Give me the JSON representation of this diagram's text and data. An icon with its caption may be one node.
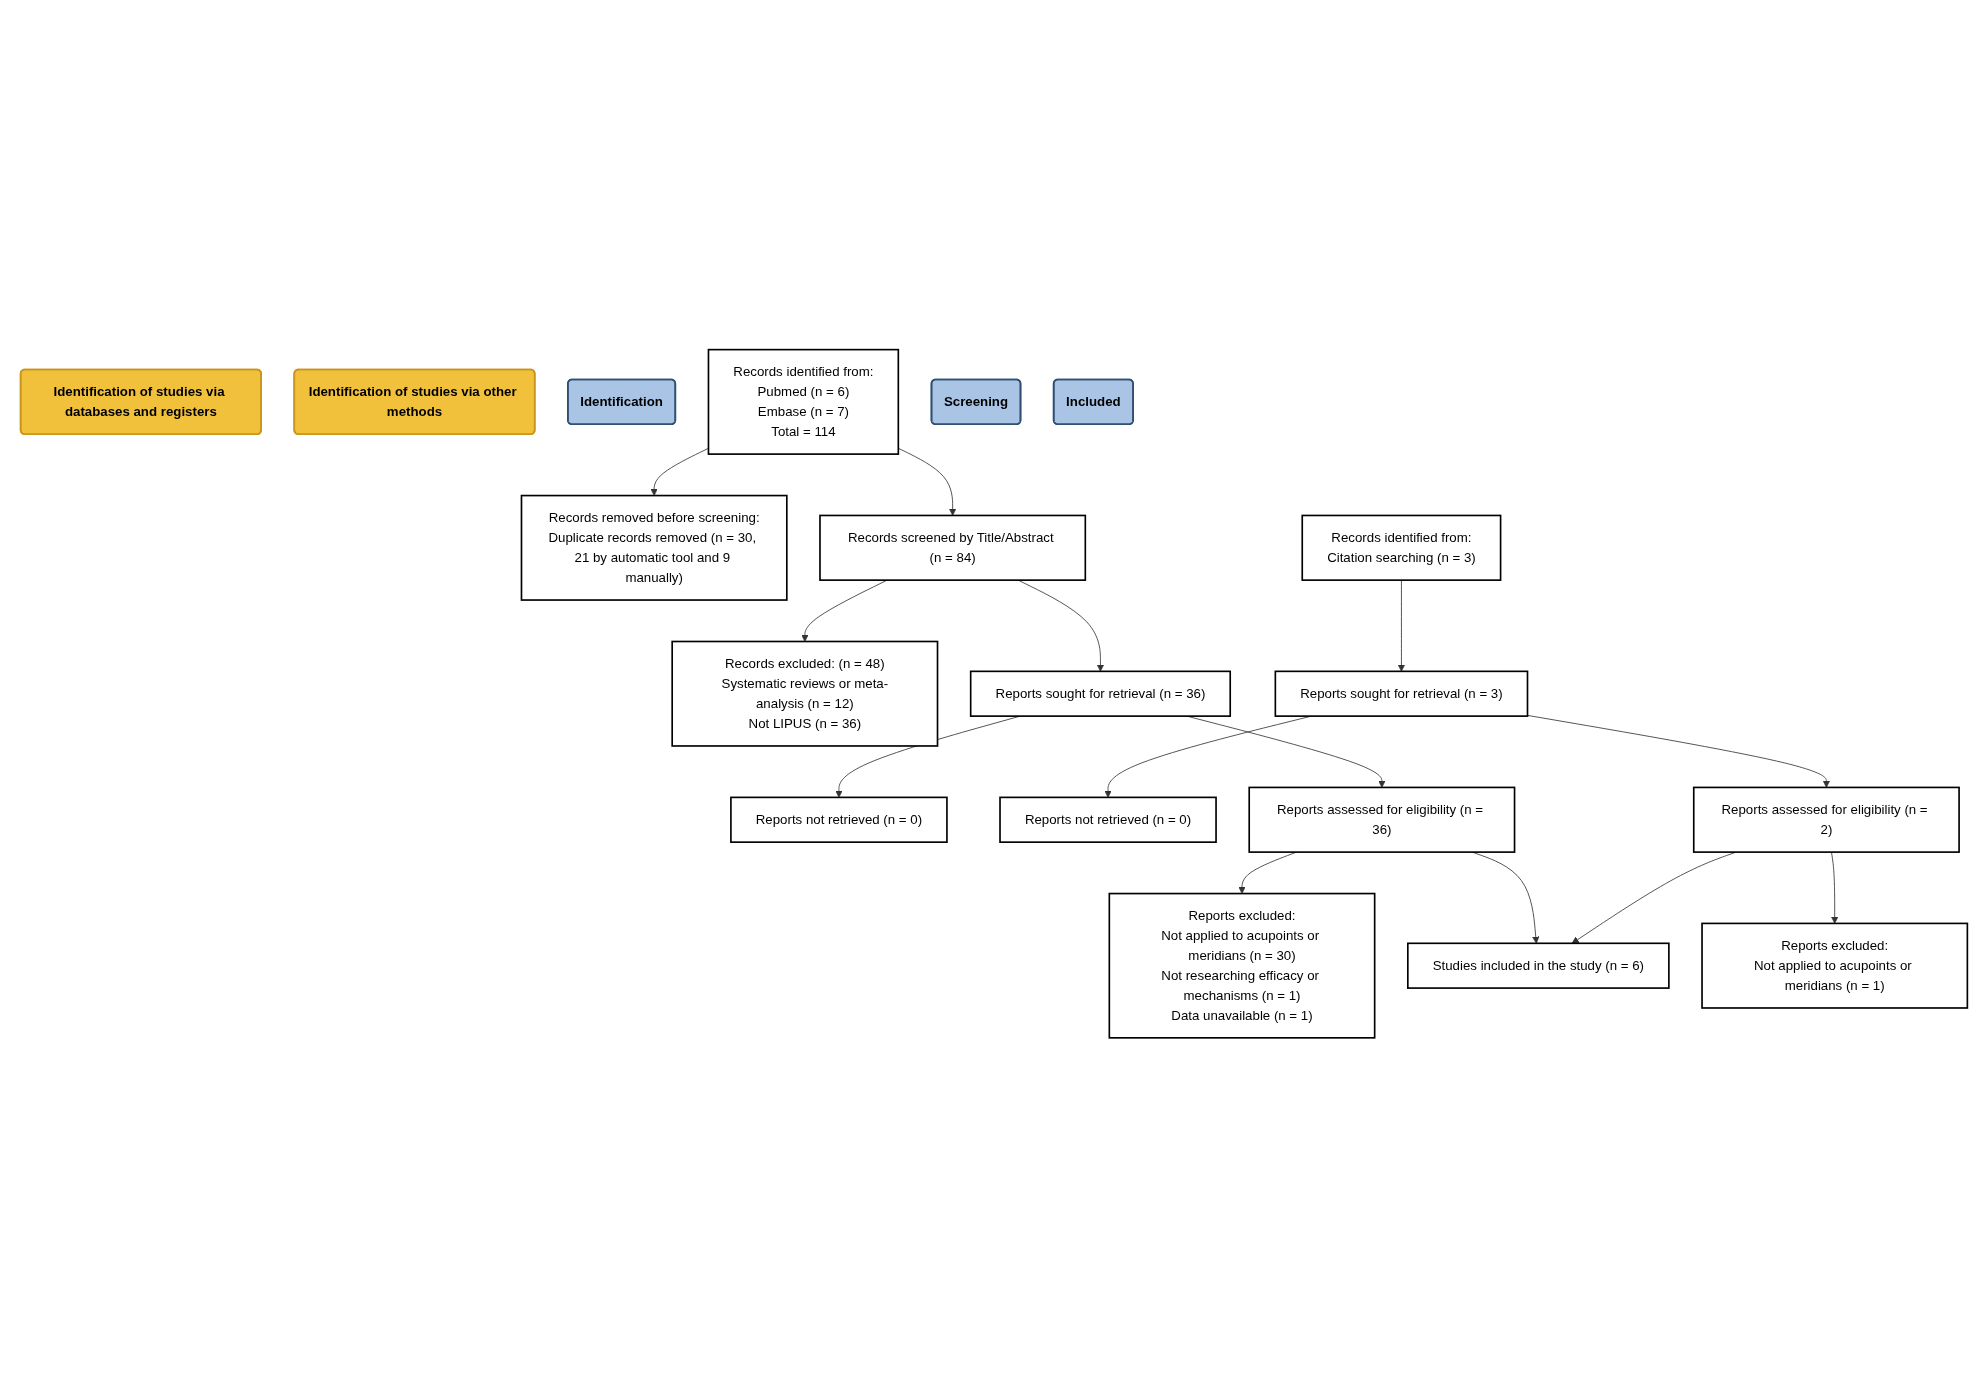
{
  "diagram": {
    "nodes": [
      {
        "text": [
          "Identification of studies via databases and registers"
        ]
      },
      {
        "text": [
          "Identification of studies via other methods"
        ]
      },
      {
        "text": [
          "Identification"
        ]
      },
      {
        "text": [
          "Records identified from:",
          "Pubmed (n = 6)",
          "Embase (n = 7)",
          "Total = 114"
        ]
      },
      {
        "text": [
          "Records removed before screening:",
          "Duplicate records removed (n = 30, 21 by automatic tool and 9 manually)"
        ]
      },
      {
        "text": [
          "Records identified from:",
          "Citation searching (n = 3)"
        ]
      },
      {
        "text": [
          "Screening"
        ]
      },
      {
        "text": [
          "Records screened by Title/Abstract (n = 84)"
        ]
      },
      {
        "text": [
          "Records excluded: (n = 48)",
          "Systematic reviews or meta-analysis (n = 12)",
          "Not LIPUS (n = 36)"
        ]
      },
      {
        "text": [
          "Reports sought for retrieval (n = 36)"
        ]
      },
      {
        "text": [
          "Reports not retrieved (n = 0)"
        ]
      },
      {
        "text": [
          "Reports sought for retrieval (n = 3)"
        ]
      },
      {
        "text": [
          "Reports not retrieved (n = 0)"
        ]
      },
      {
        "text": [
          "Reports assessed for eligibility (n = 36)"
        ]
      },
      {
        "text": [
          "Reports excluded:",
          "Not applied to acupoints or meridians (n = 30)",
          "Not researching efficacy or mechanisms (n = 1)",
          "Data unavailable (n = 1)"
        ]
      },
      {
        "text": [
          "Reports assessed for eligibility (n = 2)"
        ]
      },
      {
        "text": [
          "Reports excluded:",
          "Not applied to acupoints or meridians (n = 1)"
        ]
      },
      {
        "text": [
          "Included"
        ]
      },
      {
        "text": [
          "Studies included in the study (n = 6)"
        ]
      }
    ],
    "edges": [
      {
        "from": 3,
        "to": 4,
        "arrow": "to"
      },
      {
        "from": 3,
        "to": 7,
        "arrow": "to"
      },
      {
        "from": 7,
        "to": 8,
        "arrow": "to"
      },
      {
        "from": 7,
        "to": 9,
        "arrow": "to"
      },
      {
        "from": 9,
        "to": 10,
        "arrow": "to"
      },
      {
        "from": 9,
        "to": 13,
        "arrow": "to"
      },
      {
        "from": 13,
        "to": 14,
        "arrow": "to"
      },
      {
        "from": 13,
        "to": 18,
        "arrow": "to"
      },
      {
        "from": 5,
        "to": 11,
        "arrow": "to"
      },
      {
        "from": 11,
        "to": 12,
        "arrow": "to"
      },
      {
        "from": 11,
        "to": 15,
        "arrow": "to"
      },
      {
        "from": 15,
        "to": 16,
        "arrow": "to"
      },
      {
        "from": 15,
        "to": 18,
        "arrow": "to"
      }
    ]
  }
}
